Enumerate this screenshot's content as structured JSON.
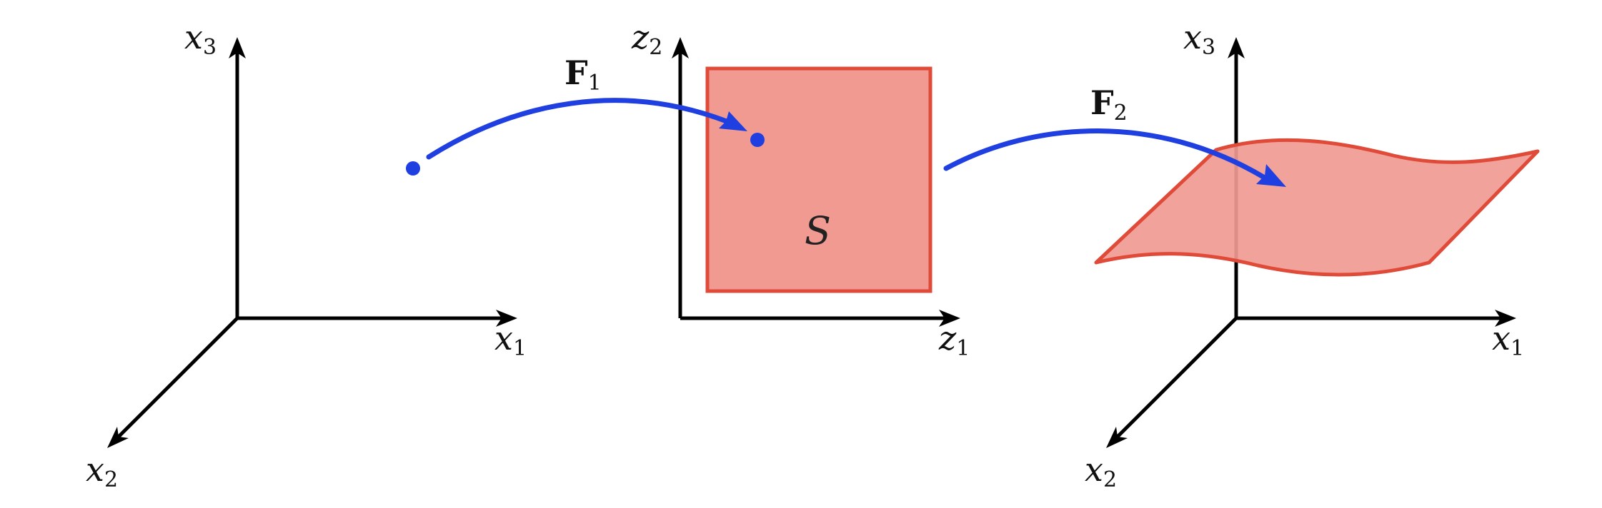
{
  "colors": {
    "axis": "#000000",
    "surface_fill": "#f09a92",
    "surface_stroke": "#e04a38",
    "map_arrow": "#1f3fe0"
  },
  "left_frame": {
    "up_axis": {
      "var": "x",
      "sub": "3"
    },
    "right_axis": {
      "var": "x",
      "sub": "1"
    },
    "diag_axis": {
      "var": "x",
      "sub": "2"
    }
  },
  "middle_frame": {
    "up_axis": {
      "var": "z",
      "sub": "2"
    },
    "right_axis": {
      "var": "z",
      "sub": "1"
    },
    "region_label": "S"
  },
  "right_frame": {
    "up_axis": {
      "var": "x",
      "sub": "3"
    },
    "right_axis": {
      "var": "x",
      "sub": "1"
    },
    "diag_axis": {
      "var": "x",
      "sub": "2"
    }
  },
  "maps": {
    "first": {
      "symbol": "F",
      "sub": "1"
    },
    "second": {
      "symbol": "F",
      "sub": "2"
    }
  }
}
